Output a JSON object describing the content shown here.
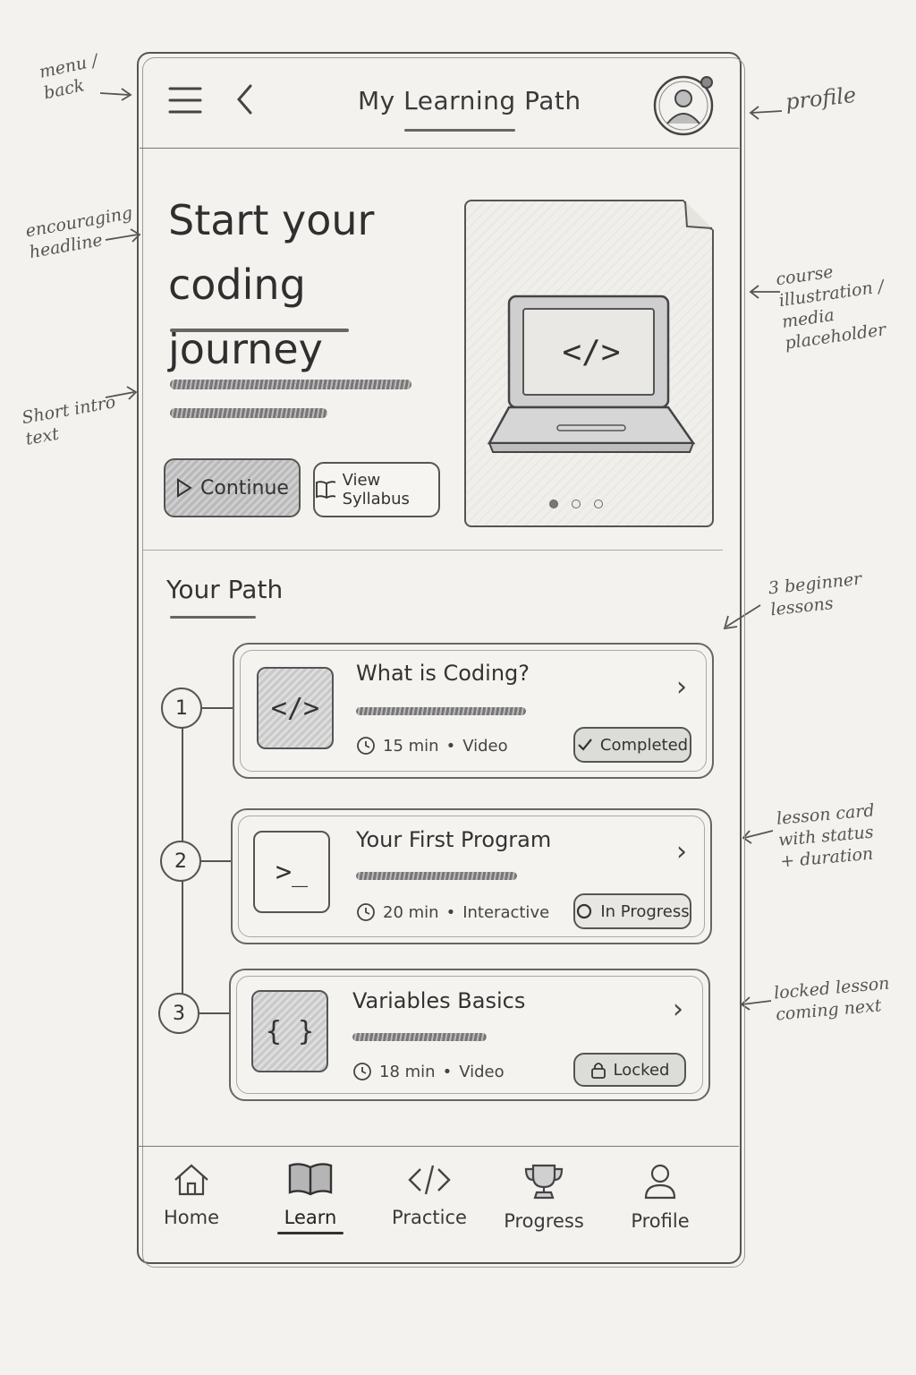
{
  "annotations": {
    "menu_back": "menu /\nback",
    "profile": "profile",
    "headline": "encouraging\nheadline",
    "intro": "Short intro\ntext",
    "illustration": "course\nillustration /\nmedia\nplaceholder",
    "lessons": "3 beginner\nlessons",
    "lesson_card": "lesson card\nwith status\n+ duration",
    "locked": "locked lesson\ncoming next"
  },
  "header": {
    "title": "My Learning Path",
    "menu_icon": "hamburger-icon",
    "back_icon": "chevron-left-icon",
    "profile_icon": "user-avatar-icon"
  },
  "hero": {
    "headline": "Start your\ncoding journey",
    "continue_label": "Continue",
    "syllabus_label": "View Syllabus",
    "media_glyph": "</>",
    "carousel_dots": 3,
    "carousel_active": 0
  },
  "path": {
    "title": "Your Path",
    "lessons": [
      {
        "step": "1",
        "title": "What is Coding?",
        "duration": "15 min",
        "type": "Video",
        "status": "Completed",
        "thumb": "</>",
        "status_icon": "check-icon"
      },
      {
        "step": "2",
        "title": "Your First Program",
        "duration": "20 min",
        "type": "Interactive",
        "status": "In Progress",
        "thumb": ">_",
        "status_icon": "circle-icon"
      },
      {
        "step": "3",
        "title": "Variables Basics",
        "duration": "18 min",
        "type": "Video",
        "status": "Locked",
        "thumb": "{ }",
        "status_icon": "lock-icon"
      }
    ]
  },
  "nav": {
    "items": [
      {
        "label": "Home",
        "icon": "home-icon"
      },
      {
        "label": "Learn",
        "icon": "book-icon",
        "active": true
      },
      {
        "label": "Practice",
        "icon": "code-icon"
      },
      {
        "label": "Progress",
        "icon": "trophy-icon"
      },
      {
        "label": "Profile",
        "icon": "user-icon"
      }
    ]
  },
  "colors": {
    "paper": "#f3f2ee",
    "ink": "#3a3a3a",
    "shade": "#c9c9c9"
  }
}
